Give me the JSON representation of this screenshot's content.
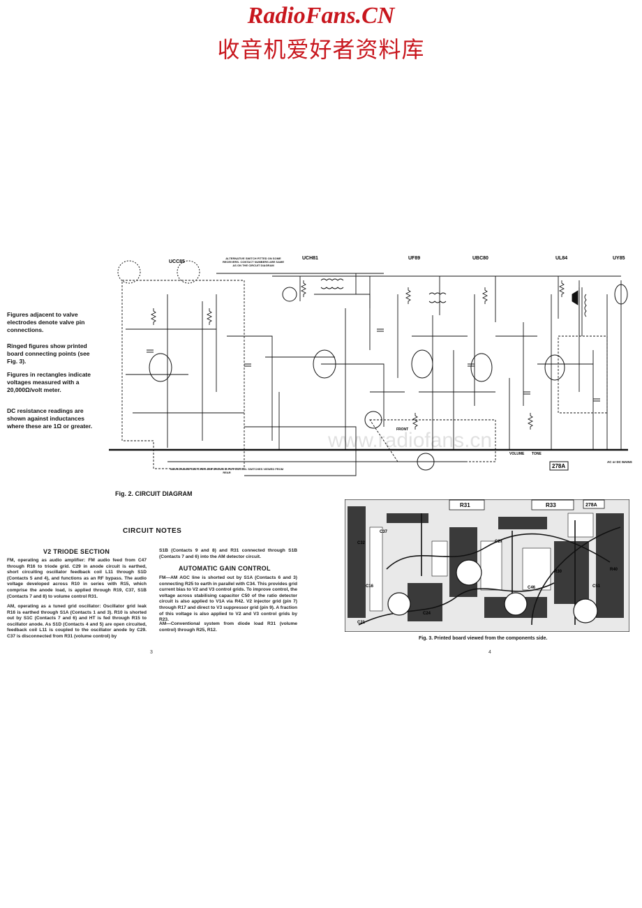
{
  "header": {
    "site": "RadioFans.CN",
    "site_cn": "收音机爱好者资料库"
  },
  "schematic": {
    "valves": [
      "UCC85",
      "UCH81",
      "UF89",
      "UBC80",
      "UL84",
      "UY85"
    ],
    "switch_note": "ALTERNATIVE SWITCH FITTED ON SOME RECEIVERS. CONTACT NUMBERS ARE SAME AS ON THE CIRCUIT DIAGRAM",
    "wavechange_note": "WAVECHANGE SWITCHES ARE SHOWN IN FM POSITION. SWITCHES VIEWED FROM REAR",
    "board_number": "278A",
    "volume_label": "VOLUME",
    "tone_label": "TONE",
    "front_label": "FRONT",
    "mains_label": "AC or DC MAINS",
    "watermark": "www.radiofans.cn"
  },
  "side_notes": [
    "Figures adjacent to valve electrodes denote valve pin connections.",
    "Ringed figures show printed board connecting points (see Fig. 3).",
    "Figures in rectangles indicate voltages measured with a 20,000Ω/volt meter.",
    "DC resistance readings are shown against inductances where these are 1Ω or greater."
  ],
  "fig2_caption": "Fig. 2. CIRCUIT DIAGRAM",
  "notes": {
    "heading": "CIRCUIT NOTES",
    "v2_heading": "V2 TRIODE SECTION",
    "fm_para": "FM, operating as audio amplifier: FM audio feed from C47 through R16 to triode grid. C29 in anode circuit is earthed, short circuiting oscillator feedback coil L11 through S1D (Contacts 5 and 4), and functions as an RF bypass. The audio voltage developed across R10 in series with R15, which comprise the anode load, is applied through R19, C37, S1B (Contacts 7 and 8) to volume control R31.",
    "am_para": "AM, operating as a tuned grid oscillator: Oscillator grid leak R16 is earthed through S1A (Contacts 1 and 3). R10 is shorted out by S1C (Contacts 7 and 6) and HT is fed through R15 to oscillator anode. As S1D (Contacts 4 and 5) are open circuited, feedback coil L11 is coupled to the oscillator anode by C29. C37 is disconnected from R31 (volume control) by",
    "s1b_para": "S1B (Contacts 9 and 8) and R31 connected through S1B (Contacts 7 and 6) into the AM detector circuit.",
    "agc_heading": "AUTOMATIC GAIN CONTROL",
    "agc_fm": "FM—AM AGC line is shorted out by S1A (Contacts 6 and 3) connecting R25 to earth in parallel with C34. This provides grid current bias to V2 and V3 control grids. To improve control, the voltage across stabilising capacitor C50 of the ratio detector circuit is also applied to V1A via R42. V2 injector grid (pin 7) through R17 and direct to V3 suppressor grid (pin 9). A fraction of this voltage is also applied to V2 and V3 control grids by R23.",
    "agc_am": "AM—Conventional system from diode load R31 (volume control) through R25, R12.",
    "page_left": "3",
    "page_right": "4"
  },
  "pcb": {
    "label_r31": "R31",
    "label_r33": "R33",
    "label_278a": "278A",
    "labels": [
      "C32",
      "C37",
      "C16",
      "C21",
      "C24",
      "C46",
      "C51",
      "C27",
      "R40",
      "R30"
    ],
    "caption": "Fig. 3. Printed board viewed from the components side."
  }
}
